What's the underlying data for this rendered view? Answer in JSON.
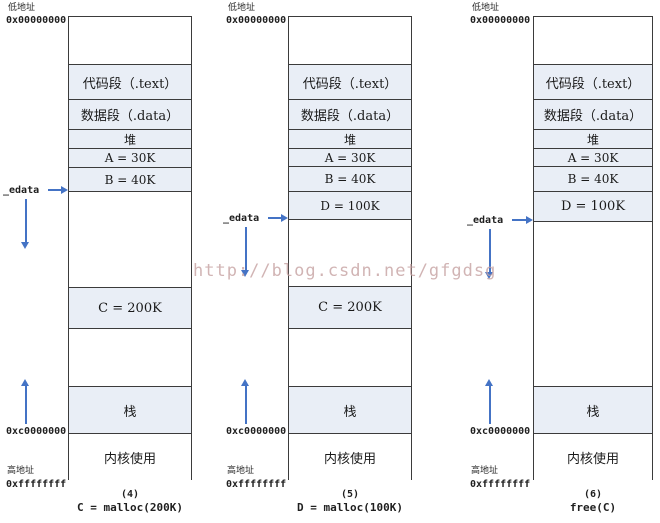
{
  "watermark": "http://blog.csdn.net/gfgdsg",
  "colors": {
    "segment_fill": "#e9eef6",
    "border": "#3b3b3b",
    "arrow": "#4473c5",
    "watermark": "#c6a2a2",
    "text": "#1a1a1a"
  },
  "columns": [
    {
      "low_label": "低地址",
      "low_addr": "0x00000000",
      "edata_label": "_edata",
      "stack_boundary_addr": "0xc0000000",
      "high_label": "高地址",
      "high_addr": "0xffffffff",
      "caption_step": "(4)",
      "caption_code": "C = malloc(200K)",
      "segments": [
        {
          "id": "empty-top",
          "label": "",
          "fill": false,
          "h": 47
        },
        {
          "id": "text",
          "label": "代码段（.text）",
          "fill": true,
          "h": 35
        },
        {
          "id": "data",
          "label": "数据段（.data）",
          "fill": true,
          "h": 30
        },
        {
          "id": "heap",
          "label": "堆",
          "fill": true,
          "h": 19
        },
        {
          "id": "block-a",
          "label": "A = 30K",
          "fill": true,
          "h": 19
        },
        {
          "id": "block-b",
          "label": "B = 40K",
          "fill": true,
          "h": 24,
          "edata_after": true
        },
        {
          "id": "free-gap-1",
          "label": "",
          "fill": false,
          "h": 96
        },
        {
          "id": "block-c",
          "label": "C = 200K",
          "fill": true,
          "h": 41
        },
        {
          "id": "free-gap-2",
          "label": "",
          "fill": false,
          "h": 58
        },
        {
          "id": "stack",
          "label": "栈",
          "fill": true,
          "h": 47,
          "stack": true
        },
        {
          "id": "kernel",
          "label": "内核使用",
          "fill": false,
          "h": 48
        }
      ]
    },
    {
      "low_label": "低地址",
      "low_addr": "0x00000000",
      "edata_label": "_edata",
      "stack_boundary_addr": "0xc0000000",
      "high_label": "高地址",
      "high_addr": "0xffffffff",
      "caption_step": "(5)",
      "caption_code": "D = malloc(100K)",
      "segments": [
        {
          "id": "empty-top",
          "label": "",
          "fill": false,
          "h": 47
        },
        {
          "id": "text",
          "label": "代码段（.text）",
          "fill": true,
          "h": 35
        },
        {
          "id": "data",
          "label": "数据段（.data）",
          "fill": true,
          "h": 30
        },
        {
          "id": "heap",
          "label": "堆",
          "fill": true,
          "h": 19
        },
        {
          "id": "block-a",
          "label": "A = 30K",
          "fill": true,
          "h": 18
        },
        {
          "id": "block-b",
          "label": "B = 40K",
          "fill": true,
          "h": 25
        },
        {
          "id": "block-d",
          "label": "D = 100K",
          "fill": true,
          "h": 28,
          "edata_after": true
        },
        {
          "id": "free-gap-1",
          "label": "",
          "fill": false,
          "h": 67
        },
        {
          "id": "block-c",
          "label": "C = 200K",
          "fill": true,
          "h": 42
        },
        {
          "id": "free-gap-2",
          "label": "",
          "fill": false,
          "h": 58
        },
        {
          "id": "stack",
          "label": "栈",
          "fill": true,
          "h": 47,
          "stack": true
        },
        {
          "id": "kernel",
          "label": "内核使用",
          "fill": false,
          "h": 48
        }
      ]
    },
    {
      "low_label": "低地址",
      "low_addr": "0x00000000",
      "edata_label": "_edata",
      "stack_boundary_addr": "0xc0000000",
      "high_label": "高地址",
      "high_addr": "0xffffffff",
      "caption_step": "(6)",
      "caption_code": "free(C)",
      "segments": [
        {
          "id": "empty-top",
          "label": "",
          "fill": false,
          "h": 47
        },
        {
          "id": "text",
          "label": "代码段（.text）",
          "fill": true,
          "h": 35
        },
        {
          "id": "data",
          "label": "数据段（.data）",
          "fill": true,
          "h": 30
        },
        {
          "id": "heap",
          "label": "堆",
          "fill": true,
          "h": 19
        },
        {
          "id": "block-a",
          "label": "A = 30K",
          "fill": true,
          "h": 18
        },
        {
          "id": "block-b",
          "label": "B = 40K",
          "fill": true,
          "h": 25
        },
        {
          "id": "block-d",
          "label": "D = 100K",
          "fill": true,
          "h": 30,
          "edata_after": true
        },
        {
          "id": "freed-gap",
          "label": "",
          "fill": false,
          "h": 165
        },
        {
          "id": "stack",
          "label": "栈",
          "fill": true,
          "h": 47,
          "stack": true
        },
        {
          "id": "kernel",
          "label": "内核使用",
          "fill": false,
          "h": 48
        }
      ]
    }
  ]
}
